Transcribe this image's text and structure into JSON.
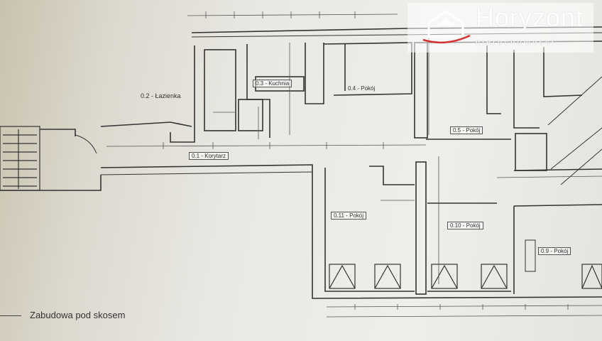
{
  "watermark": {
    "brand": "Horyzont",
    "subtitle": "nieruchomości",
    "colors": {
      "text": "#ffffff",
      "accent": "#d33333"
    },
    "icon": "house-logo-icon"
  },
  "rooms": {
    "lazienka": "0.2 - Łazienka",
    "kuchnia": "0.3 - Kuchnia",
    "pokoj_top": "0.4 - Pokój",
    "pokoj_right": "0.5 - Pokój",
    "korytarz": "0.1 - Korytarz",
    "pokoj_11": "0.11 - Pokój",
    "pokoj_10": "0.10 - Pokój",
    "pokoj_9": "0.9 - Pokój"
  },
  "legend": {
    "label": "Zabudowa pod skosem"
  }
}
